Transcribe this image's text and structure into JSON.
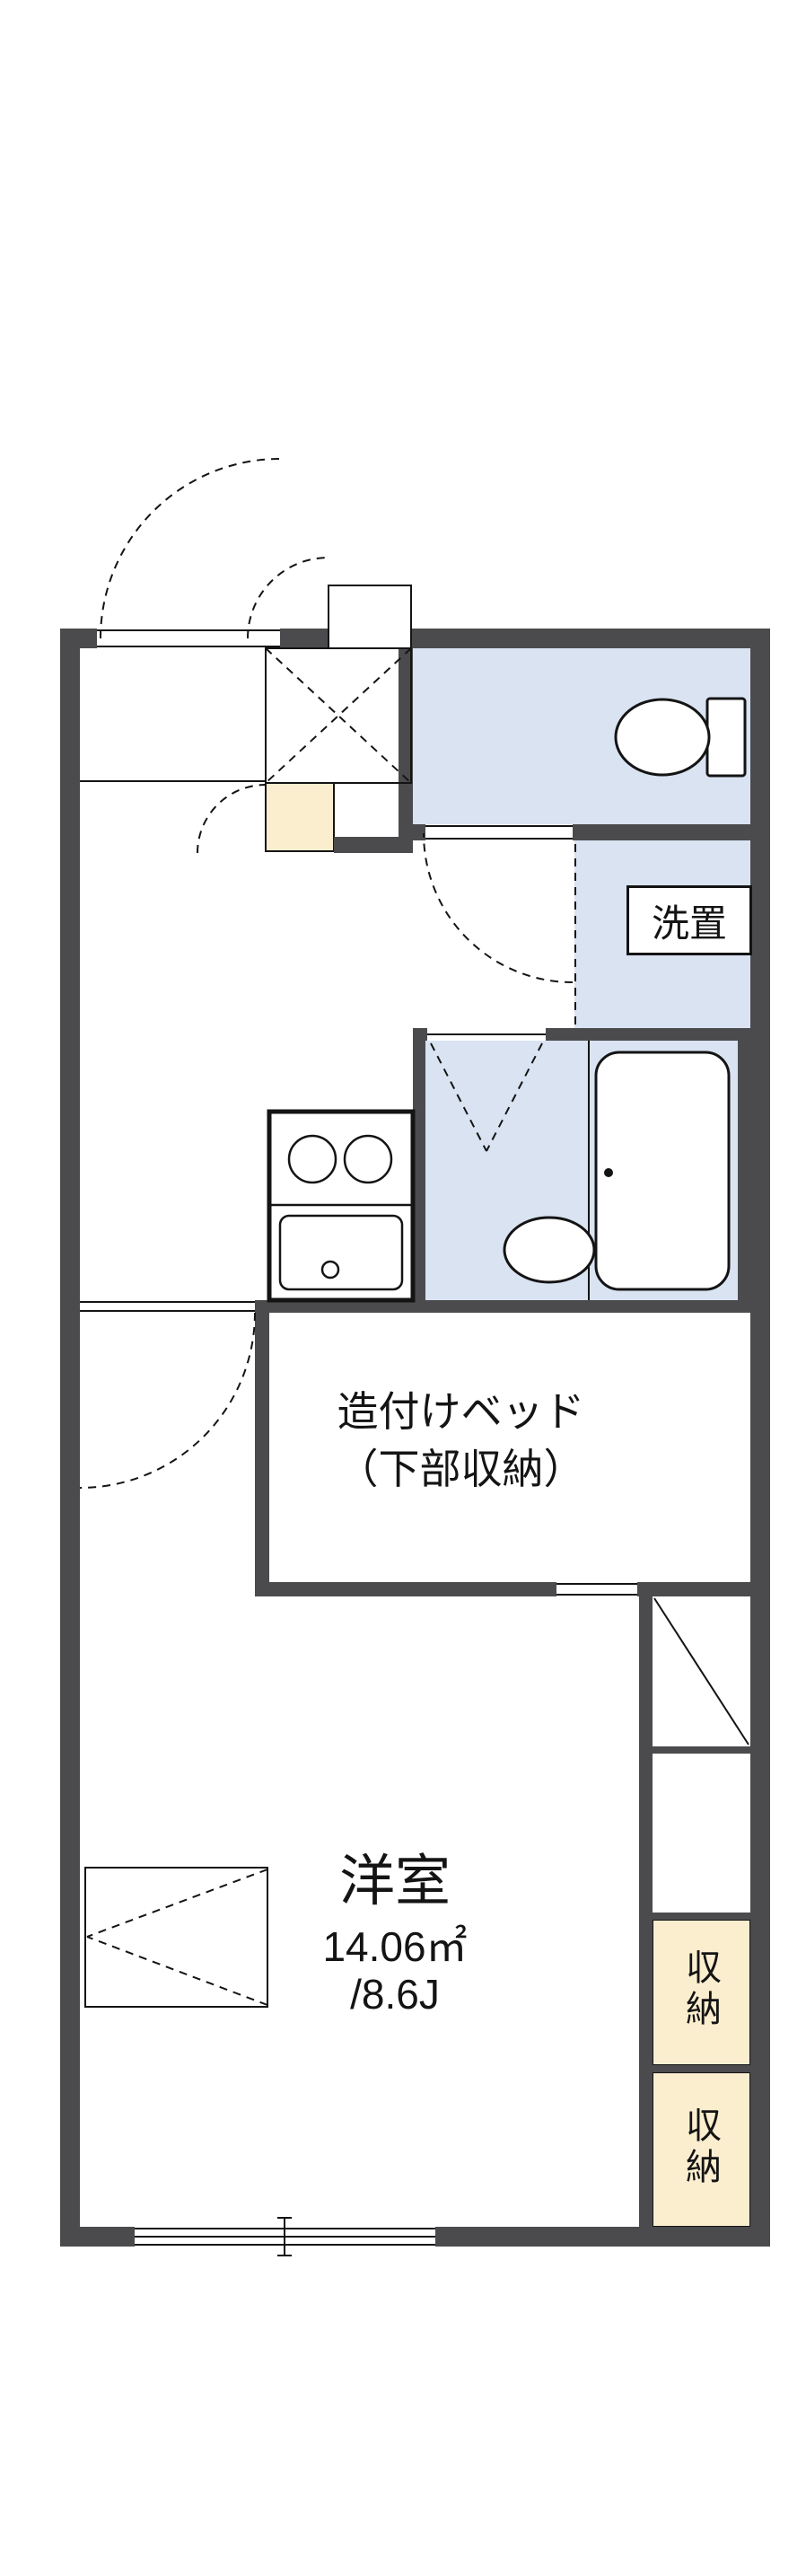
{
  "floorplan": {
    "rooms": {
      "laundry": {
        "label": "洗置"
      },
      "bed": {
        "label_line1": "造付けベッド",
        "label_line2": "（下部収納）"
      },
      "western_room": {
        "name": "洋室",
        "area_sqm": "14.06㎡",
        "area_jo": "/8.6J"
      },
      "storage_upper": {
        "label": "収納"
      },
      "storage_lower": {
        "label": "収納"
      }
    },
    "measurements": {
      "area_sqm": "14.06",
      "area_jo": "8.6"
    },
    "icons": {
      "toilet": "toilet-icon",
      "bathtub": "bathtub-icon",
      "washbasin": "washbasin-icon",
      "stove": "stove-burners-icon",
      "kitchen_sink": "kitchen-sink-icon",
      "door_swings": "door-swing-arc-icon"
    },
    "colors": {
      "wall": "#4b4b4e",
      "water_room": "#d9e3f2",
      "storage": "#fbeecf",
      "line": "#141414"
    }
  }
}
